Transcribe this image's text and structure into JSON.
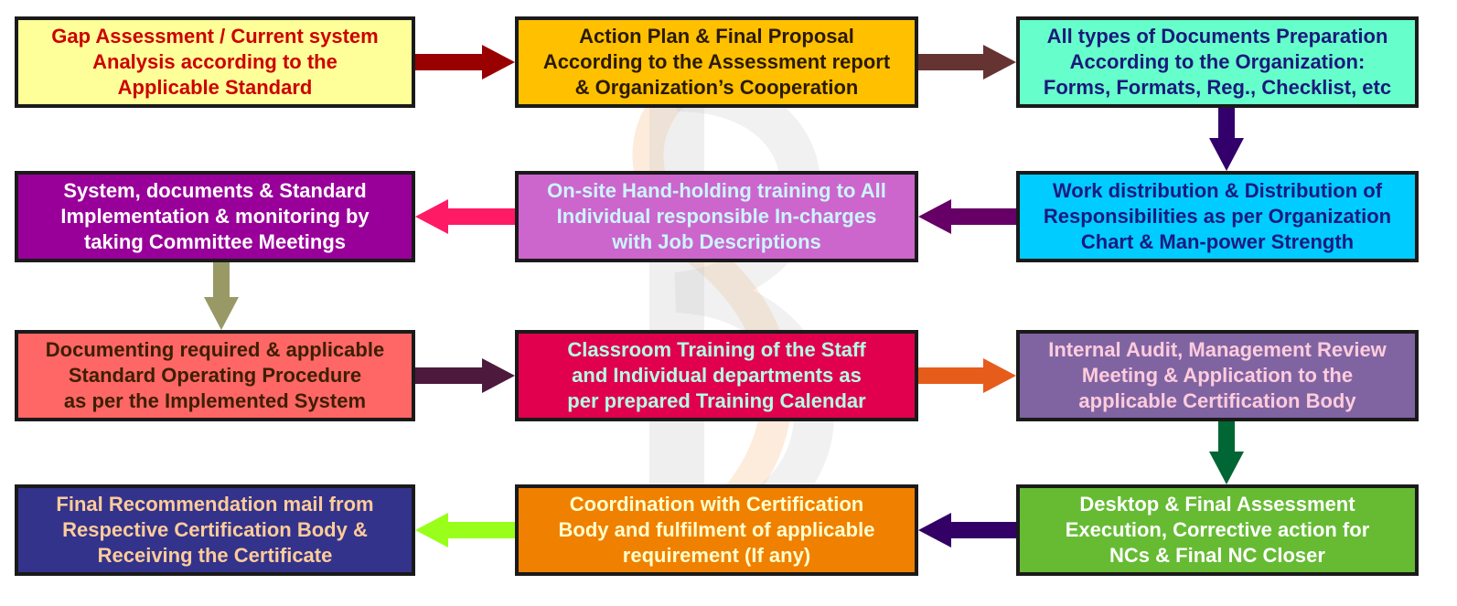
{
  "steps": [
    {
      "id": "gap-assessment",
      "lines": [
        "Gap Assessment / Current system",
        "Analysis according to the",
        "Applicable Standard"
      ],
      "bg": "#ffff99",
      "color": "#cc0000"
    },
    {
      "id": "action-plan",
      "lines": [
        "Action Plan & Final Proposal",
        "According to the Assessment report",
        "& Organization’s Cooperation"
      ],
      "bg": "#ffc000",
      "color": "#2b1a00"
    },
    {
      "id": "documents-preparation",
      "lines": [
        "All types of Documents Preparation",
        "According to the Organization:",
        "Forms, Formats, Reg., Checklist, etc"
      ],
      "bg": "#66ffcc",
      "color": "#1a1a7a"
    },
    {
      "id": "work-distribution",
      "lines": [
        "Work distribution & Distribution of",
        "Responsibilities as per Organization",
        "Chart & Man-power Strength"
      ],
      "bg": "#00ccff",
      "color": "#1a1a80"
    },
    {
      "id": "handholding-training",
      "lines": [
        "On-site Hand-holding training to All",
        "Individual responsible In-charges",
        "with Job Descriptions"
      ],
      "bg": "#cc66cc",
      "color": "#ccf5ff"
    },
    {
      "id": "implementation-monitoring",
      "lines": [
        "System, documents & Standard",
        "Implementation & monitoring by",
        "taking Committee Meetings"
      ],
      "bg": "#990099",
      "color": "#ffffff"
    },
    {
      "id": "documenting-sop",
      "lines": [
        "Documenting required & applicable",
        "Standard Operating Procedure",
        "as per the Implemented System"
      ],
      "bg": "#ff6666",
      "color": "#3d1f00"
    },
    {
      "id": "classroom-training",
      "lines": [
        "Classroom Training of the Staff",
        "and Individual departments as",
        "per prepared Training Calendar"
      ],
      "bg": "#e0004d",
      "color": "#b3ffe6"
    },
    {
      "id": "internal-audit",
      "lines": [
        "Internal Audit, Management Review",
        "Meeting & Application to the",
        "applicable Certification Body"
      ],
      "bg": "#8064a2",
      "color": "#ffccdd"
    },
    {
      "id": "final-assessment",
      "lines": [
        "Desktop & Final Assessment",
        "Execution, Corrective action for",
        "NCs & Final NC Closer"
      ],
      "bg": "#66bb33",
      "color": "#ffffff"
    },
    {
      "id": "coordination",
      "lines": [
        "Coordination with Certification",
        "Body and fulfilment of applicable",
        "requirement (If any)"
      ],
      "bg": "#f08000",
      "color": "#ffffcc"
    },
    {
      "id": "final-recommendation",
      "lines": [
        "Final Recommendation mail from",
        "Respective Certification Body &",
        "Receiving the Certificate"
      ],
      "bg": "#33338c",
      "color": "#ffcc99"
    }
  ],
  "arrows": [
    {
      "id": "gap-to-action",
      "color": "#990000"
    },
    {
      "id": "action-to-documents",
      "color": "#663333"
    },
    {
      "id": "documents-to-work",
      "color": "#33006b"
    },
    {
      "id": "work-to-handholding",
      "color": "#660066"
    },
    {
      "id": "handholding-to-implementation",
      "color": "#ff1a66"
    },
    {
      "id": "implementation-to-sop",
      "color": "#999966"
    },
    {
      "id": "sop-to-classroom",
      "color": "#4d1a3d"
    },
    {
      "id": "classroom-to-audit",
      "color": "#e65c1a"
    },
    {
      "id": "audit-to-assessment",
      "color": "#006633"
    },
    {
      "id": "assessment-to-coordination",
      "color": "#330066"
    },
    {
      "id": "coordination-to-recommendation",
      "color": "#99ff1a"
    }
  ],
  "watermark": {
    "accent": "#f4a460",
    "shade": "#c8c8c8"
  }
}
